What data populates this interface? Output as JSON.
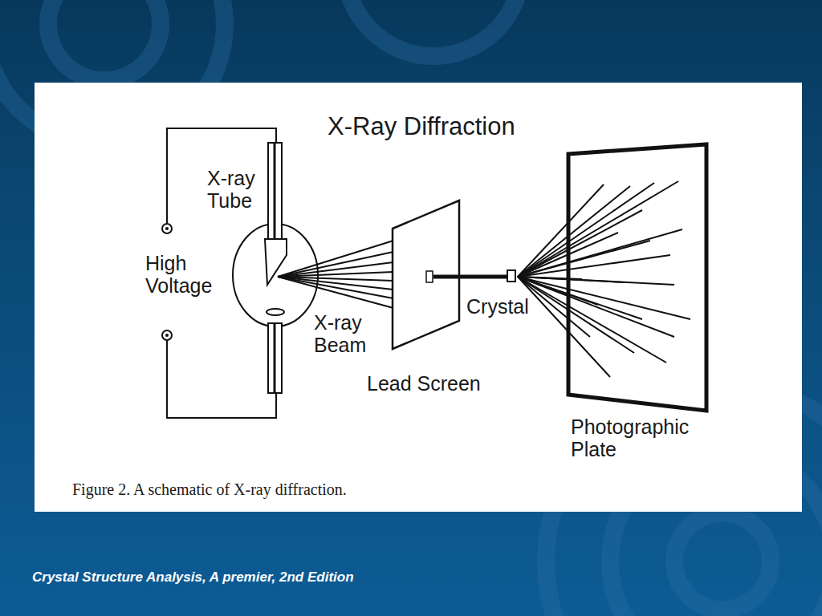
{
  "diagram": {
    "title": "X-Ray Diffraction",
    "caption": "Figure 2. A schematic of X-ray diffraction.",
    "labels": [
      "X-ray Tube",
      "High Voltage",
      "X-ray Beam",
      "Lead Screen",
      "Crystal",
      "Photographic Plate",
      "Crystal Structure Analysis, A premier, 2nd Edition"
    ]
  }
}
